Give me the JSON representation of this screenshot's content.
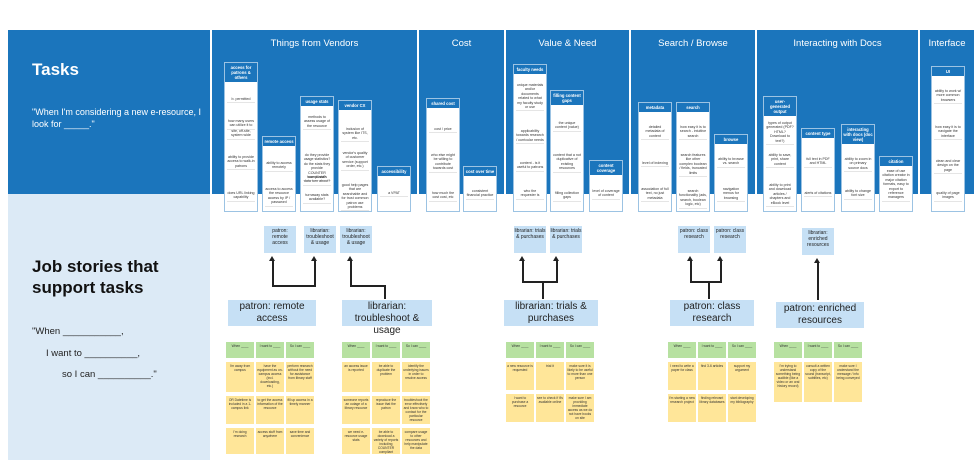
{
  "tasks": {
    "title": "Tasks",
    "quote": "\"When I'm considering a new e-resource, I look for _____.\""
  },
  "columns": [
    "Things from Vendors",
    "Cost",
    "Value & Need",
    "Search / Browse",
    "Interacting with Docs",
    "Interface"
  ],
  "cards": [
    {
      "header": "access for patrons & others",
      "items": [
        "b. permitted",
        "how many users can utilize it to",
        "site, off-site, system wide",
        "ability to provide access to walk-in patrons",
        "does URL linking capability"
      ]
    },
    {
      "header": "remote access",
      "items": [
        "ability to access remotely",
        "access to access the resource access by IP / password"
      ]
    },
    {
      "header": "usage stats",
      "items": [
        "methods to assess usage of the resource",
        "do they provide usage statistics? do the stats they provide COUNTER compliant?",
        "how do stats data turn about?",
        "turnaway stats available?"
      ]
    },
    {
      "header": "vendor CX",
      "items": [
        "inclusion of system like ITS, etc.",
        "vendor's quality of customer service (support order, etc.)",
        "good help pages that are searchable and for trust common patron use problems"
      ]
    },
    {
      "header": "accessibility",
      "items": [
        "a VPAT"
      ]
    },
    {
      "header": "shared cost",
      "items": [
        "cost / price",
        "who else might be willing to contribute towards cost",
        "how much the cost cost, etc"
      ]
    },
    {
      "header": "cost over time",
      "items": [
        "consistent financial practice"
      ]
    },
    {
      "header": "faculty needs",
      "items": [
        "unique materials and/or documents related to what my faculty study or use",
        "applicability towards research / curricular needs",
        "content - is it useful to patrons",
        "who the requester is"
      ]
    },
    {
      "header": "filling content gaps",
      "items": [
        "the unique content (value)",
        "content that a not duplicative of existing resources",
        "filling collection gaps"
      ]
    },
    {
      "header": "content coverage",
      "items": [
        "level of coverage of content"
      ]
    },
    {
      "header": "metadata",
      "items": [
        "detailed metadata of content",
        "level of indexing",
        "association of full text, no just metadata"
      ]
    },
    {
      "header": "search",
      "items": [
        "how easy it is to search - intuitive search",
        "search features like other complex boolean / fields, truncated limits",
        "search functionality (ads, search, boolean logic, etc)"
      ]
    },
    {
      "header": "browse",
      "items": [
        "ability to browse vs. search",
        "navigation menus for browsing"
      ]
    },
    {
      "header": "user-generated output",
      "items": [
        "types of output generated (PDF? HTML? Download to text?)",
        "ability to save, print, share content",
        "ability to print and download articles / chapters and eBook level"
      ]
    },
    {
      "header": "content type",
      "items": [
        "full text in PDF and HTML",
        "alerts of citations"
      ]
    },
    {
      "header": "interacting with docs (doc view)",
      "items": [
        "ability to zoom in on primary source docs",
        "ability to change font size"
      ]
    },
    {
      "header": "citation",
      "items": [
        "ease of use citation creator in major citation formats, easy to export to reference managers"
      ]
    },
    {
      "header": "UI",
      "items": [
        "ability to work w/ more common browsers",
        "how easy it is to navigate the interface",
        "clean and clear design on the page",
        "quality of page images"
      ]
    }
  ],
  "jobs": {
    "title": "Job stories that support tasks",
    "when": "\"When ___________,",
    "want": "I want to __________,",
    "can": "so I can __________.\""
  },
  "tags": [
    "patron: remote access",
    "librarian: troubleshoot & usage",
    "librarian: troubleshoot & usage",
    "librarian: trials & purchases",
    "librarian: trials & purchases",
    "patron: class research",
    "patron: class research",
    "librarian: enriched resources"
  ],
  "stories": [
    {
      "title": "patron: remote access",
      "headers": [
        "When ____",
        "I want to ____",
        "So I can ____"
      ],
      "cells": [
        "I'm away from campus",
        "have the equipment as on-campus access (incl. downloading, etc.)",
        "perform research without the need for assistance from library staff",
        "OR Datetime is included in a 1-campus link",
        "to get the access information of the resource",
        "fill up access in a timely manner",
        "I'm doing research",
        "access stuff from anywhere",
        "save time and convenience"
      ]
    },
    {
      "title": "librarian: troubleshoot & usage",
      "headers": [
        "When ____",
        "I want to ____",
        "So I can ____"
      ],
      "cells": [
        "an access issue is reported",
        "be able to duplicate the problem",
        "identify the underlying issues in order to resolve access",
        "someone reports an outage of a library resource",
        "reproduce the issue that the patron",
        "troubleshoot the error effectively and know who to contact for the particular resource",
        "we need e-resource usage stats",
        "be able to download a variety of reports including COUNTER compliant",
        "compare usage to other resources and help manipulate the data"
      ]
    },
    {
      "title": "librarian: trials & purchases",
      "headers": [
        "When ____",
        "I want to ____",
        "So I can ____"
      ],
      "cells": [
        "a new resource is requested",
        "trial it",
        "make sure it is likely to be useful to more than one person",
        "I want to purchase a resource",
        "see to check if it's available online",
        "make sure I am providing immediate access as we do not have books on site"
      ]
    },
    {
      "title": "patron: class research",
      "headers": [
        "When ____",
        "I want to ____",
        "So I can ____"
      ],
      "cells": [
        "I need to write a paper for class",
        "find 3-6 articles",
        "support my argument",
        "I'm starting a new research project",
        "finding relevant library databases",
        "start developing my bibliography"
      ]
    },
    {
      "title": "patron: enriched resources",
      "headers": [
        "When ____",
        "I want to ____",
        "So I can ____"
      ],
      "cells": [
        "I'm trying to understand something being audible (like a video or an oral history record)",
        "consult a written copy of the sound (transcript, subtitles, etc)",
        "make sure I understand the message / info being conveyed"
      ]
    }
  ]
}
